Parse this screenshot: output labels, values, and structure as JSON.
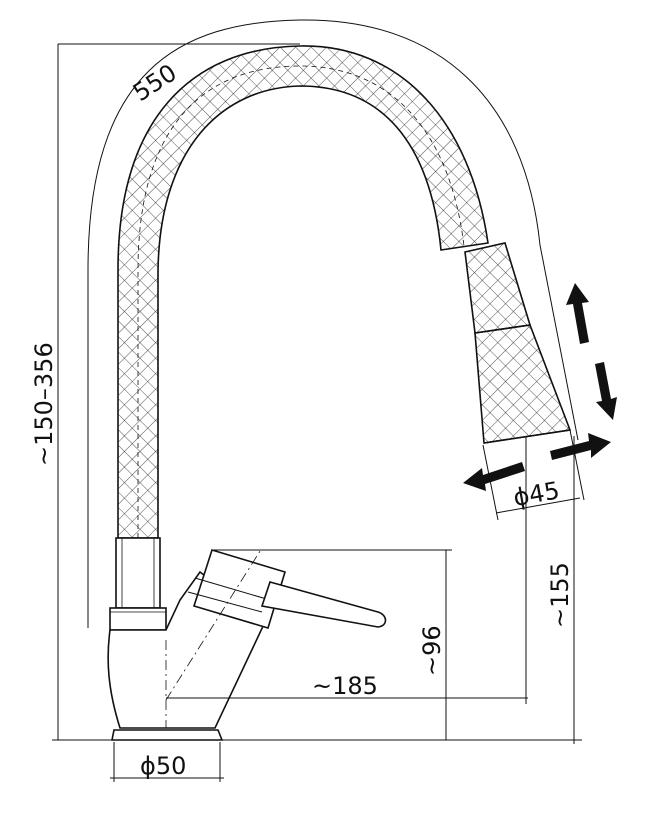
{
  "drawing": {
    "dimensions": {
      "hose_length": "550",
      "height_range": "~150–356",
      "spray_diameter": "ϕ45",
      "spout_height": "~155",
      "body_height": "~96",
      "reach": "~185",
      "base_diameter": "ϕ50"
    },
    "colors": {
      "line": "#111111",
      "mesh": "#222222",
      "background": "#ffffff"
    },
    "icons": [
      "pull-down-arrow-icon",
      "swivel-arrow-icon"
    ]
  }
}
